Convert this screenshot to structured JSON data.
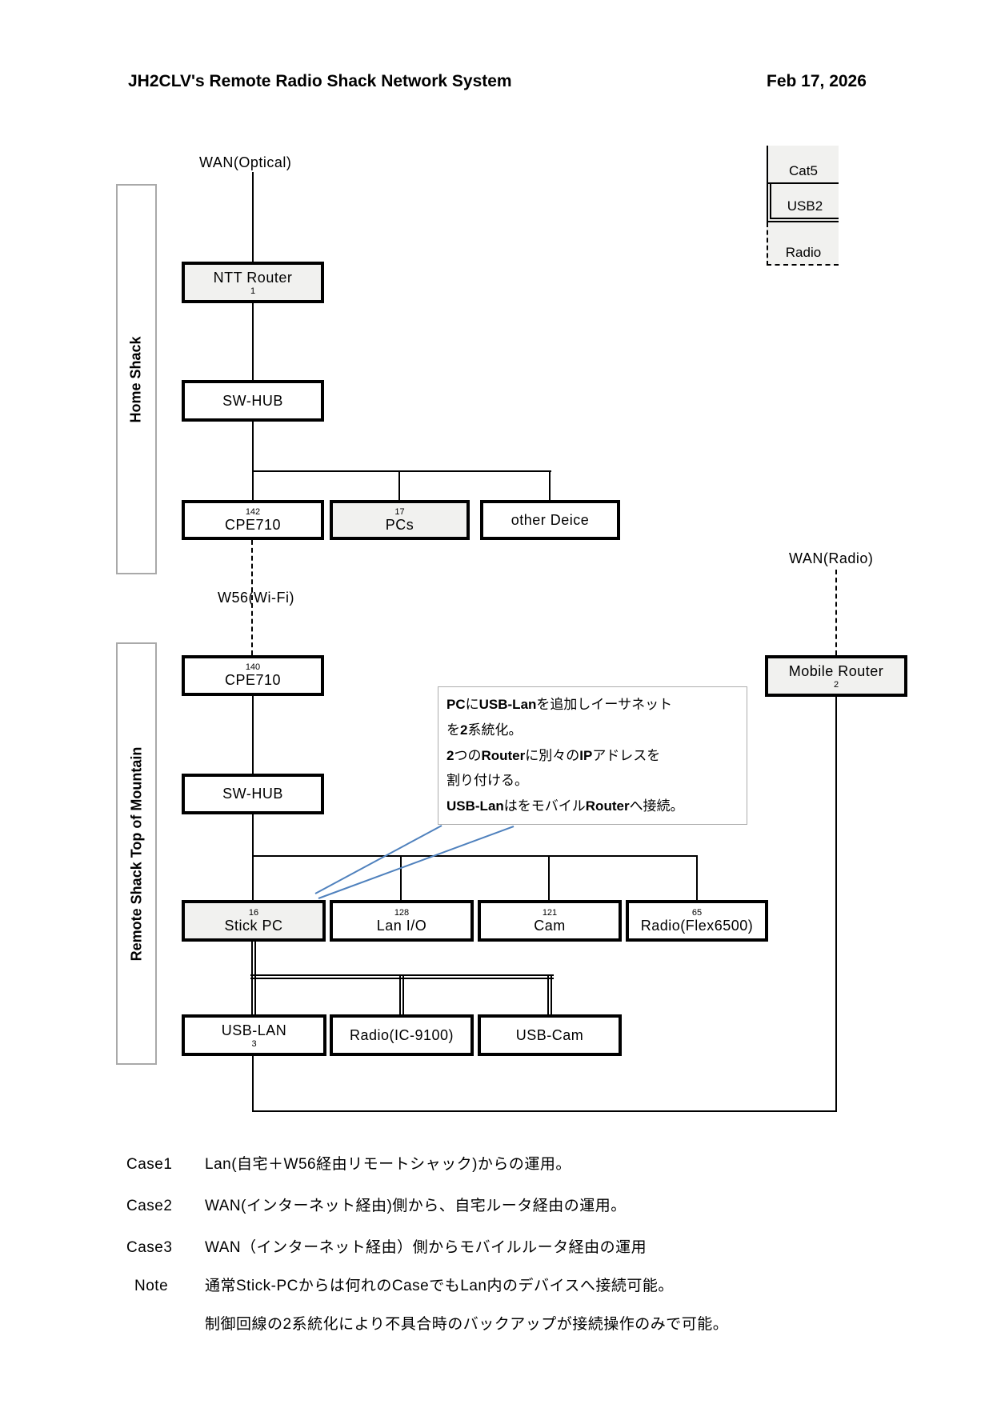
{
  "header": {
    "title": "JH2CLV's Remote Radio Shack Network System",
    "date": "Feb 17, 2026"
  },
  "legend": {
    "items": [
      {
        "label": "Cat5",
        "style": "solid"
      },
      {
        "label": "USB2",
        "style": "double"
      },
      {
        "label": "Radio",
        "style": "dashed"
      }
    ]
  },
  "sections": {
    "home": "Home Shack",
    "remote": "Remote Shack Top of Mountain"
  },
  "labels": {
    "wan_optical": "WAN(Optical)",
    "w56": "W56(Wi-Fi)",
    "wan_radio": "WAN(Radio)"
  },
  "nodes": {
    "ntt_router": {
      "label": "NTT Router",
      "number": "1"
    },
    "sw_hub_home": {
      "label": "SW-HUB"
    },
    "cpe710_home": {
      "label": "CPE710",
      "number": "142"
    },
    "pcs": {
      "label": "PCs",
      "number": "17"
    },
    "other_device": {
      "label": "other Deice"
    },
    "cpe710_mountain": {
      "label": "CPE710",
      "number": "140"
    },
    "mobile_router": {
      "label": "Mobile Router",
      "number": "2"
    },
    "sw_hub_mountain": {
      "label": "SW-HUB"
    },
    "stick_pc": {
      "label": "Stick PC",
      "number": "16"
    },
    "lan_io": {
      "label": "Lan I/O",
      "number": "128"
    },
    "cam": {
      "label": "Cam",
      "number": "121"
    },
    "radio_flex6500": {
      "label": "Radio(Flex6500)",
      "number": "65"
    },
    "usb_lan": {
      "label": "USB-LAN",
      "number": "3"
    },
    "radio_ic9100": {
      "label": "Radio(IC-9100)"
    },
    "usb_cam": {
      "label": "USB-Cam"
    }
  },
  "annotation": {
    "lines": [
      "PCにUSB-Lanを追加しイーサネット",
      "を2系統化。",
      "2つのRouterに別々のIPアドレスを",
      "割り付ける。",
      "USB-LanはをモバイルRouterへ接続。"
    ]
  },
  "notes": [
    {
      "label": "Case1",
      "text": "Lan(自宅＋W56経由リモートシャック)からの運用。"
    },
    {
      "label": "Case2",
      "text": "WAN(インターネット経由)側から、自宅ルータ経由の運用。"
    },
    {
      "label": "Case3",
      "text": "WAN（インターネット経由）側からモバイルルータ経由の運用"
    },
    {
      "label": "Note",
      "text": "通常Stick-PCからは何れのCaseでもLan内のデバイスへ接続可能。"
    },
    {
      "label": "",
      "text": "制御回線の2系統化により不具合時のバックアップが接続操作のみで可能。"
    }
  ],
  "colors": {
    "callout": "#4f81bd"
  }
}
